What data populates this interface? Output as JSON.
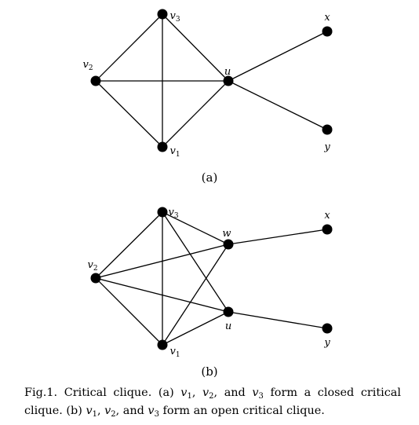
{
  "figure": {
    "panels": [
      {
        "label": "(a)",
        "nodes": [
          {
            "id": "v3",
            "label": "v",
            "sub": "3"
          },
          {
            "id": "v2",
            "label": "v",
            "sub": "2"
          },
          {
            "id": "u",
            "label": "u",
            "sub": ""
          },
          {
            "id": "v1",
            "label": "v",
            "sub": "1"
          },
          {
            "id": "x",
            "label": "x",
            "sub": ""
          },
          {
            "id": "y",
            "label": "y",
            "sub": ""
          }
        ],
        "edges": [
          [
            "v3",
            "v2"
          ],
          [
            "v3",
            "u"
          ],
          [
            "v3",
            "v1"
          ],
          [
            "v2",
            "u"
          ],
          [
            "v2",
            "v1"
          ],
          [
            "u",
            "v1"
          ],
          [
            "u",
            "x"
          ],
          [
            "u",
            "y"
          ]
        ]
      },
      {
        "label": "(b)",
        "nodes": [
          {
            "id": "v3",
            "label": "v",
            "sub": "3"
          },
          {
            "id": "w",
            "label": "w",
            "sub": ""
          },
          {
            "id": "x",
            "label": "x",
            "sub": ""
          },
          {
            "id": "v2",
            "label": "v",
            "sub": "2"
          },
          {
            "id": "u",
            "label": "u",
            "sub": ""
          },
          {
            "id": "y",
            "label": "y",
            "sub": ""
          },
          {
            "id": "v1",
            "label": "v",
            "sub": "1"
          }
        ],
        "edges": [
          [
            "v3",
            "v2"
          ],
          [
            "v3",
            "v1"
          ],
          [
            "v3",
            "w"
          ],
          [
            "v3",
            "u"
          ],
          [
            "v2",
            "w"
          ],
          [
            "v2",
            "u"
          ],
          [
            "v2",
            "v1"
          ],
          [
            "v1",
            "w"
          ],
          [
            "v1",
            "u"
          ],
          [
            "w",
            "x"
          ],
          [
            "u",
            "y"
          ]
        ]
      }
    ]
  },
  "caption": {
    "prefix": "Fig.1.  Critical clique. (a) ",
    "a_sentence_end": " form a closed critical clique. (b) ",
    "b_sentence_end": " form an open critical clique.",
    "list_sep_1": ", ",
    "list_sep_2": ", and ",
    "var": "v",
    "subs": [
      "1",
      "2",
      "3"
    ]
  }
}
